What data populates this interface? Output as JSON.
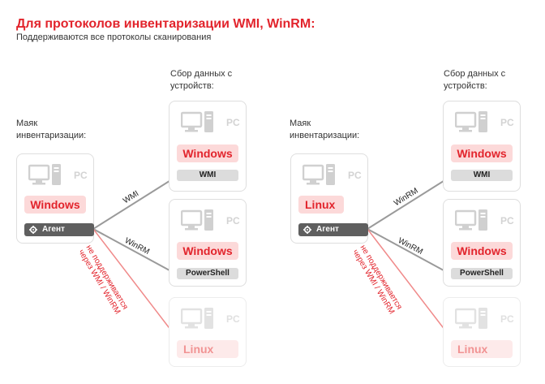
{
  "header": {
    "title": "Для протоколов инвентаризации WMI, WinRM:",
    "subtitle": "Поддерживаются все протоколы сканирования"
  },
  "colors": {
    "accent": "#e2242c",
    "agent_bg": "#5f5f5f",
    "line": "#9a9a9a",
    "unsupported_line": "#f08a8a"
  },
  "icons": {
    "computer": "computer-icon",
    "gear": "gear-icon"
  },
  "panels": [
    {
      "source_label": "Маяк инвентаризации:",
      "target_label": "Сбор данных с устройств:",
      "source": {
        "pc": "PC",
        "os": "Windows",
        "agent": "Агент"
      },
      "targets": [
        {
          "pc": "PC",
          "os": "Windows",
          "protocol": "WMI"
        },
        {
          "pc": "PC",
          "os": "Windows",
          "protocol": "PowerShell"
        },
        {
          "pc": "PC",
          "os": "Linux"
        }
      ],
      "edges": [
        "WMI",
        "WinRM"
      ],
      "unsupported_text": [
        "не поддерживается",
        "через WMI / WinRM"
      ]
    },
    {
      "source_label": "Маяк инвентаризации:",
      "target_label": "Сбор данных с устройств:",
      "source": {
        "pc": "PC",
        "os": "Linux",
        "agent": "Агент"
      },
      "targets": [
        {
          "pc": "PC",
          "os": "Windows",
          "protocol": "WMI"
        },
        {
          "pc": "PC",
          "os": "Windows",
          "protocol": "PowerShell"
        },
        {
          "pc": "PC",
          "os": "Linux"
        }
      ],
      "edges": [
        "WinRM",
        "WinRM"
      ],
      "unsupported_text": [
        "не поддерживается",
        "через WMI / WinRM"
      ]
    }
  ]
}
